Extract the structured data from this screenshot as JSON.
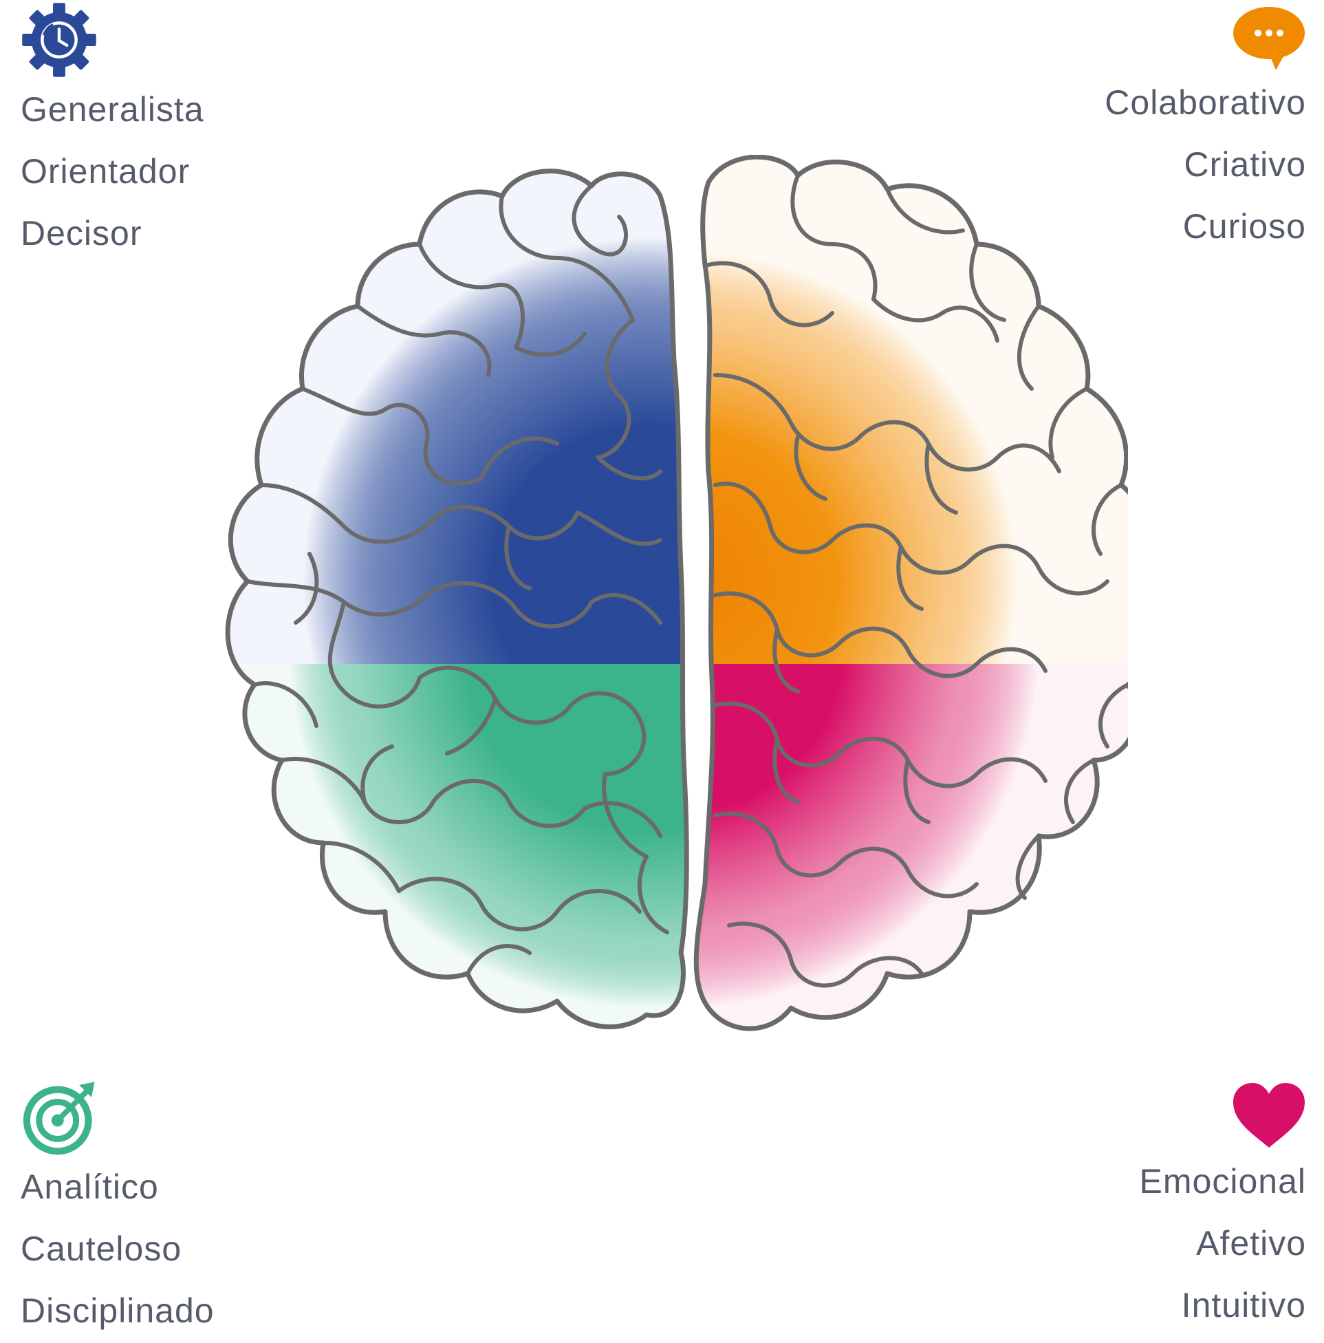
{
  "colors": {
    "blue": "#2a4a99",
    "orange": "#f08a00",
    "green": "#3bb38b",
    "magenta": "#d80f66",
    "outline": "#6a6a6a",
    "label": "#555b6b"
  },
  "quadrants": {
    "top_left": {
      "icon": "gear-clock-icon",
      "color": "#2a4a99",
      "traits": [
        "Generalista",
        "Orientador",
        "Decisor"
      ]
    },
    "top_right": {
      "icon": "speech-bubble-icon",
      "color": "#f08a00",
      "traits": [
        "Colaborativo",
        "Criativo",
        "Curioso"
      ]
    },
    "bottom_left": {
      "icon": "target-icon",
      "color": "#3bb38b",
      "traits": [
        "Analítico",
        "Cauteloso",
        "Disciplinado"
      ]
    },
    "bottom_right": {
      "icon": "heart-icon",
      "color": "#d80f66",
      "traits": [
        "Emocional",
        "Afetivo",
        "Intuitivo"
      ]
    }
  }
}
